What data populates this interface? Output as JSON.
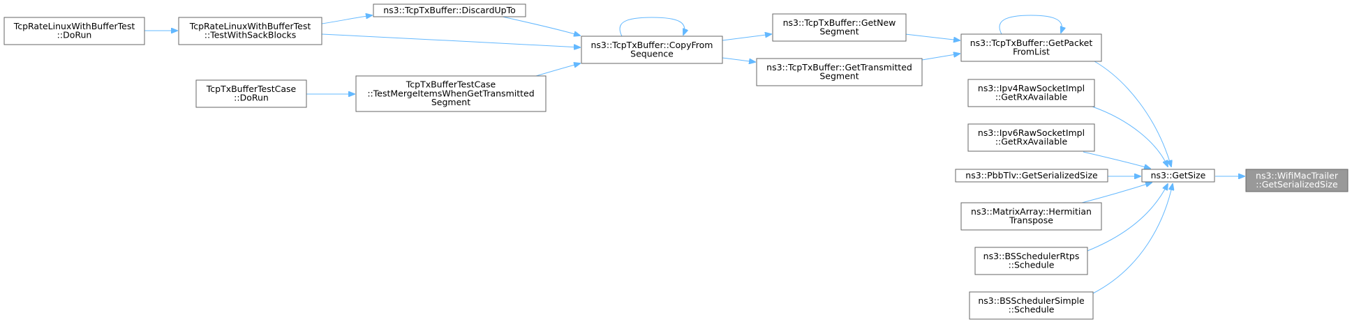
{
  "colors": {
    "edge": "#63b8ff",
    "node_border": "#666666",
    "node_fill": "#ffffff",
    "root_fill": "#999999",
    "root_text": "#ffffff"
  },
  "nodes": {
    "n_rootsize": [
      "ns3::WifiMacTrailer",
      "::GetSerializedSize"
    ],
    "n_getsize": [
      "ns3::GetSize"
    ],
    "n_getpacket": [
      "ns3::TcpTxBuffer::GetPacket",
      "FromList"
    ],
    "n_ipv4": [
      "ns3::Ipv4RawSocketImpl",
      "::GetRxAvailable"
    ],
    "n_ipv6": [
      "ns3::Ipv6RawSocketImpl",
      "::GetRxAvailable"
    ],
    "n_pbbtlv": [
      "ns3::PbbTlv::GetSerializedSize"
    ],
    "n_matrix": [
      "ns3::MatrixArray::Hermitian",
      "Transpose"
    ],
    "n_bsrtps": [
      "ns3::BSSchedulerRtps",
      "::Schedule"
    ],
    "n_bssimple": [
      "ns3::BSSchedulerSimple",
      "::Schedule"
    ],
    "n_getnew": [
      "ns3::TcpTxBuffer::GetNew",
      "Segment"
    ],
    "n_gettrans": [
      "ns3::TcpTxBuffer::GetTransmitted",
      "Segment"
    ],
    "n_copyfrom": [
      "ns3::TcpTxBuffer::CopyFrom",
      "Sequence"
    ],
    "n_discard": [
      "ns3::TcpTxBuffer::DiscardUpTo"
    ],
    "n_sackblocks": [
      "TcpRateLinuxWithBufferTest",
      "::TestWithSackBlocks"
    ],
    "n_ratedorun": [
      "TcpRateLinuxWithBufferTest",
      "::DoRun"
    ],
    "n_merge": [
      "TcpTxBufferTestCase",
      "::TestMergeItemsWhenGetTransmitted",
      "Segment"
    ],
    "n_testcasedorun": [
      "TcpTxBufferTestCase",
      "::DoRun"
    ]
  },
  "edges": [
    [
      "n_getsize",
      "n_rootsize"
    ],
    [
      "n_getpacket",
      "n_getsize"
    ],
    [
      "n_ipv4",
      "n_getsize"
    ],
    [
      "n_ipv6",
      "n_getsize"
    ],
    [
      "n_pbbtlv",
      "n_getsize"
    ],
    [
      "n_matrix",
      "n_getsize"
    ],
    [
      "n_bsrtps",
      "n_getsize"
    ],
    [
      "n_bssimple",
      "n_getsize"
    ],
    [
      "n_getpacket",
      "n_getpacket"
    ],
    [
      "n_getnew",
      "n_getpacket"
    ],
    [
      "n_gettrans",
      "n_getpacket"
    ],
    [
      "n_copyfrom",
      "n_getnew"
    ],
    [
      "n_copyfrom",
      "n_gettrans"
    ],
    [
      "n_copyfrom",
      "n_copyfrom"
    ],
    [
      "n_discard",
      "n_copyfrom"
    ],
    [
      "n_sackblocks",
      "n_copyfrom"
    ],
    [
      "n_merge",
      "n_copyfrom"
    ],
    [
      "n_sackblocks",
      "n_discard"
    ],
    [
      "n_ratedorun",
      "n_sackblocks"
    ],
    [
      "n_testcasedorun",
      "n_merge"
    ]
  ]
}
